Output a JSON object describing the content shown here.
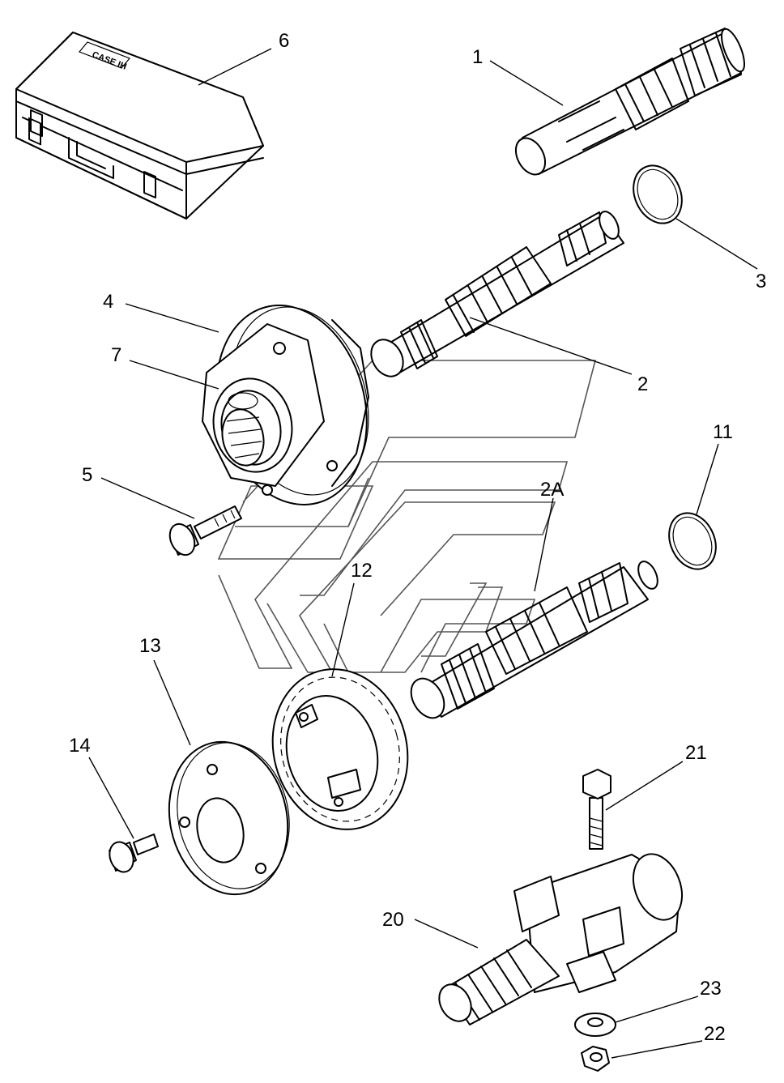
{
  "colors": {
    "line": "#000000",
    "background": "#ffffff",
    "watermark": "#555555"
  },
  "case": {
    "logo": "CASE IH"
  },
  "callouts": [
    {
      "id": "1",
      "label": "1"
    },
    {
      "id": "2",
      "label": "2"
    },
    {
      "id": "2A",
      "label": "2A"
    },
    {
      "id": "3",
      "label": "3"
    },
    {
      "id": "4",
      "label": "4"
    },
    {
      "id": "5",
      "label": "5"
    },
    {
      "id": "6",
      "label": "6"
    },
    {
      "id": "7",
      "label": "7"
    },
    {
      "id": "11",
      "label": "11"
    },
    {
      "id": "12",
      "label": "12"
    },
    {
      "id": "13",
      "label": "13"
    },
    {
      "id": "14",
      "label": "14"
    },
    {
      "id": "20",
      "label": "20"
    },
    {
      "id": "21",
      "label": "21"
    },
    {
      "id": "22",
      "label": "22"
    },
    {
      "id": "23",
      "label": "23"
    }
  ]
}
